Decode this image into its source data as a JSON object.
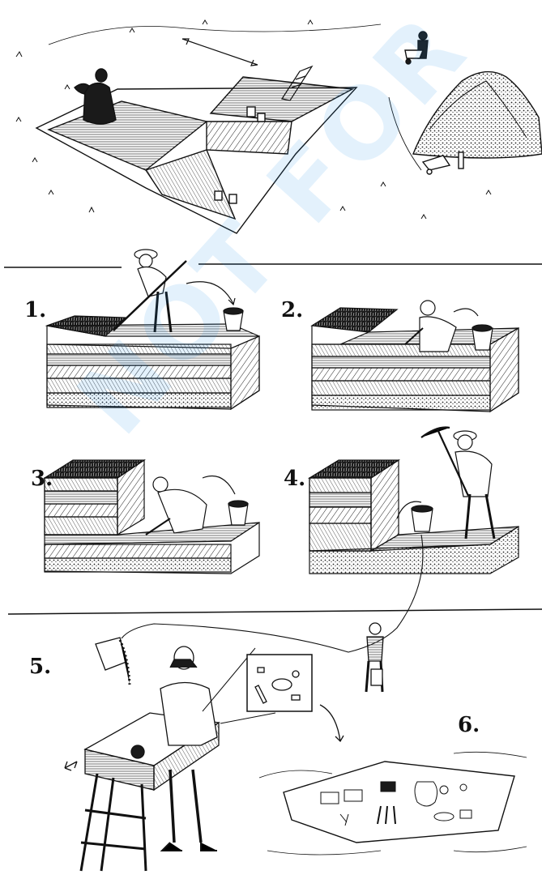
{
  "steps": [
    {
      "id": "1",
      "label": "1."
    },
    {
      "id": "2",
      "label": "2."
    },
    {
      "id": "3",
      "label": "3."
    },
    {
      "id": "4",
      "label": "4."
    },
    {
      "id": "5",
      "label": "5."
    },
    {
      "id": "6",
      "label": "6."
    }
  ],
  "watermark": {
    "text": "NOT FOR"
  },
  "colors": {
    "ink": "#111111",
    "paper": "#ffffff",
    "watermark": "#2896e6"
  }
}
